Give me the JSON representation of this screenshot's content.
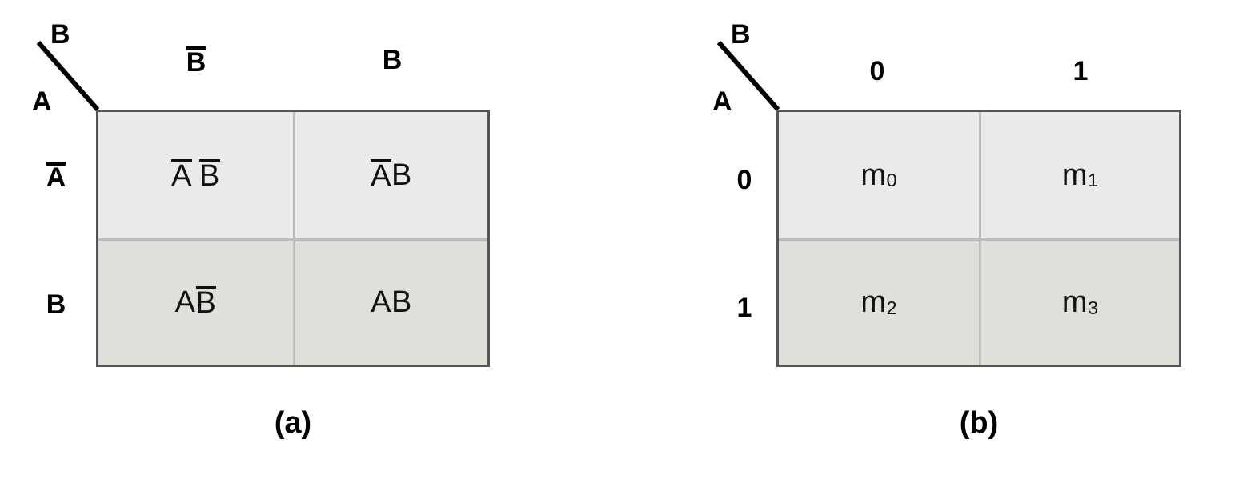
{
  "figure": {
    "type": "karnaugh-map-pair",
    "background": "#ffffff",
    "colors": {
      "row0_fill": "#eaeaea",
      "row1_fill": "#e0e0da",
      "outer_border": "#555555",
      "inner_border": "#bdbdbd",
      "text": "#000000"
    }
  },
  "maps": [
    {
      "id": "a",
      "caption": "(a)",
      "corner": {
        "top_var": "B",
        "left_var": "A"
      },
      "col_headers": [
        {
          "base": "B",
          "overline": true
        },
        {
          "base": "B",
          "overline": false
        }
      ],
      "row_headers": [
        {
          "base": "A",
          "overline": true
        },
        {
          "base": "B",
          "overline": false
        }
      ],
      "cells": [
        [
          {
            "tokens": [
              {
                "t": "A",
                "overline": true
              },
              {
                "gap": true
              },
              {
                "t": "B",
                "overline": true
              }
            ]
          },
          {
            "tokens": [
              {
                "t": "A",
                "overline": true
              },
              {
                "t": "B",
                "overline": false
              }
            ]
          }
        ],
        [
          {
            "tokens": [
              {
                "t": "A",
                "overline": false
              },
              {
                "t": "B",
                "overline": true
              }
            ]
          },
          {
            "tokens": [
              {
                "t": "A",
                "overline": false
              },
              {
                "t": "B",
                "overline": false
              }
            ]
          }
        ]
      ]
    },
    {
      "id": "b",
      "caption": "(b)",
      "corner": {
        "top_var": "B",
        "left_var": "A"
      },
      "col_headers": [
        {
          "base": "0",
          "overline": false
        },
        {
          "base": "1",
          "overline": false
        }
      ],
      "row_headers": [
        {
          "base": "0",
          "overline": false
        },
        {
          "base": "1",
          "overline": false
        }
      ],
      "cells": [
        [
          {
            "symbol": "m",
            "subscript": "0"
          },
          {
            "symbol": "m",
            "subscript": "1"
          }
        ],
        [
          {
            "symbol": "m",
            "subscript": "2"
          },
          {
            "symbol": "m",
            "subscript": "3"
          }
        ]
      ]
    }
  ]
}
